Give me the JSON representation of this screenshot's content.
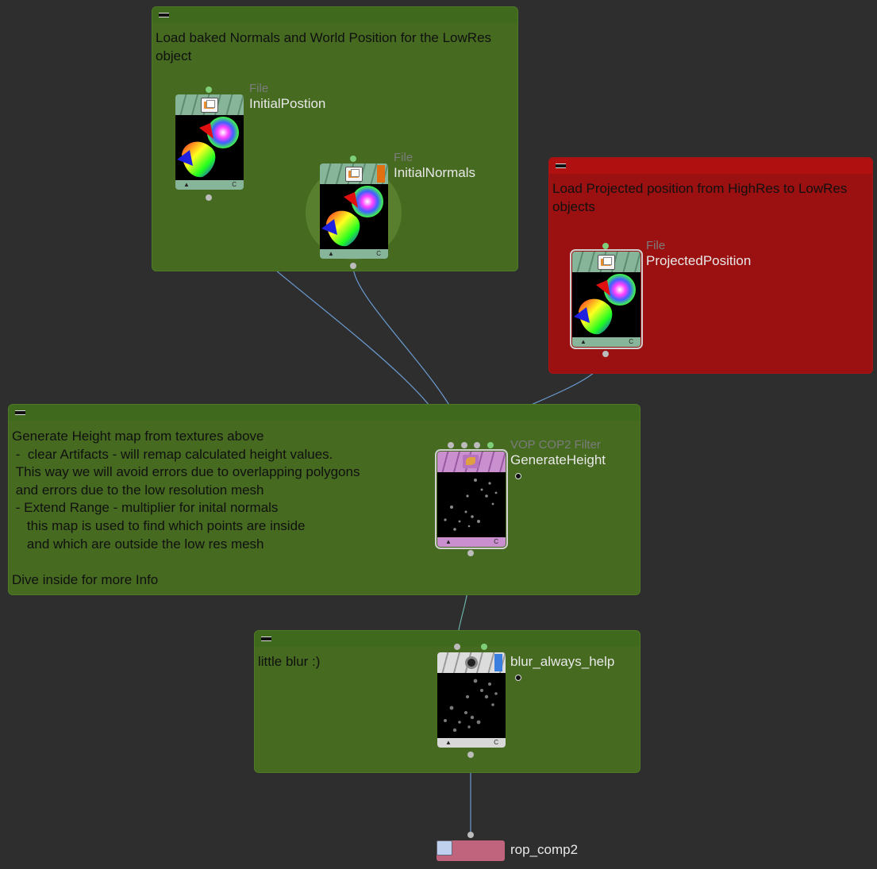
{
  "network_boxes": [
    {
      "id": "box_top",
      "color": "#456a20",
      "text": "Load baked Normals and World Position for the LowRes object"
    },
    {
      "id": "box_red",
      "color": "#9b1010",
      "text": "Load Projected position from HighRes to LowRes objects"
    },
    {
      "id": "box_mid",
      "color": "#456a20",
      "text": "Generate Height map from textures above\n -  clear Artifacts - will remap calculated height values.\n This way we will avoid errors due to overlapping polygons\n and errors due to the low resolution mesh\n - Extend Range - multiplier for inital normals\n    this map is used to find which points are inside\n    and which are outside the low res mesh\n\nDive inside for more Info"
    },
    {
      "id": "box_blur",
      "color": "#456a20",
      "text": "little blur :)"
    }
  ],
  "nodes": {
    "initial_position": {
      "type": "File",
      "name": "InitialPostion",
      "footer_left": "▲",
      "footer_right": "C"
    },
    "initial_normals": {
      "type": "File",
      "name": "InitialNormals",
      "footer_left": "▲",
      "footer_right": "C"
    },
    "projected_position": {
      "type": "File",
      "name": "ProjectedPosition",
      "footer_left": "▲",
      "footer_right": "C"
    },
    "generate_height": {
      "type": "VOP COP2 Filter",
      "name": "GenerateHeight",
      "footer_left": "▲",
      "footer_right": "C"
    },
    "blur": {
      "type": "",
      "name": "blur_always_help",
      "footer_left": "▲",
      "footer_right": "C"
    },
    "rop": {
      "type": "",
      "name": "rop_comp2"
    }
  },
  "icons": {
    "file": "folder-open-icon",
    "vop": "vop-filter-icon",
    "blur": "blur-icon",
    "rop": "render-output-icon"
  },
  "colors": {
    "background": "#2e2e2e",
    "wire": "#6a9bd0",
    "wire_green": "#6cb0a8",
    "input_port": "#7fcf7a",
    "output_port": "#bcbcbc"
  }
}
